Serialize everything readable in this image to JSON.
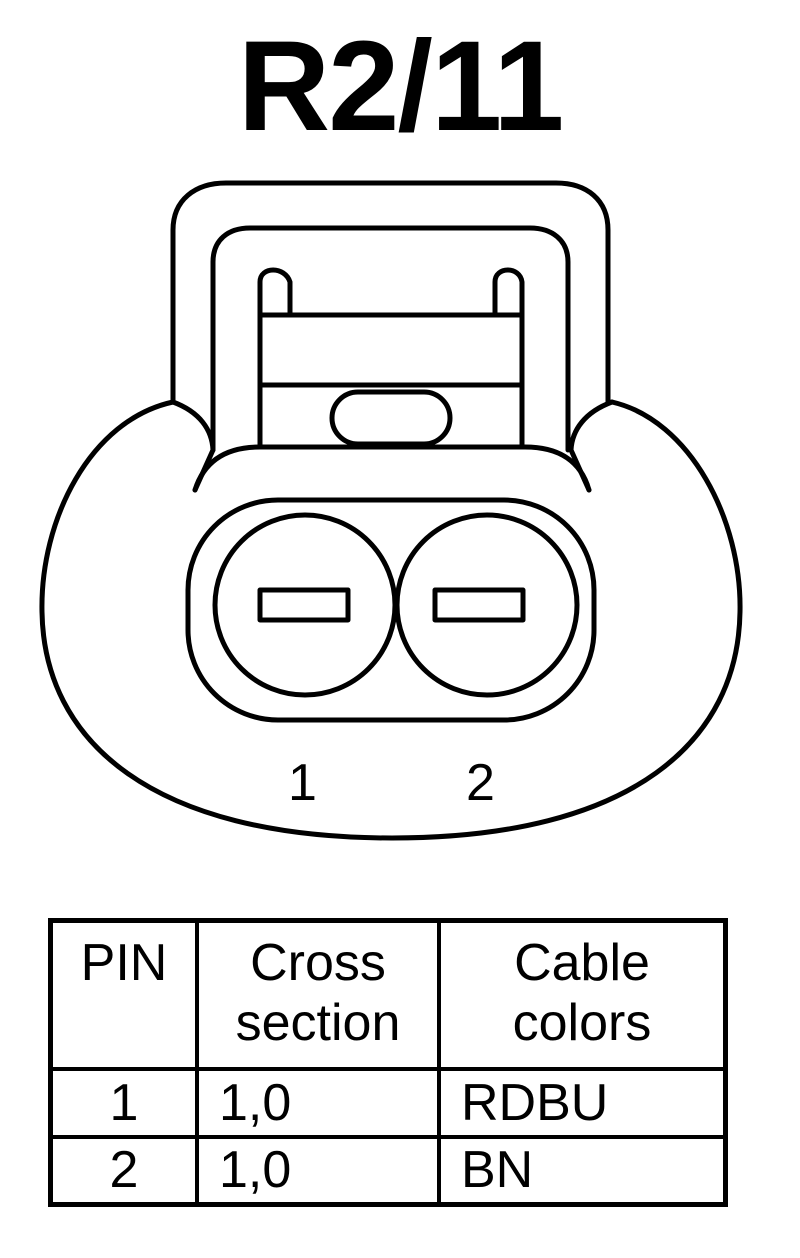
{
  "title": "R2/11",
  "pins": [
    {
      "label": "1"
    },
    {
      "label": "2"
    }
  ],
  "table": {
    "headers": {
      "pin": "PIN",
      "cross_line1": "Cross",
      "cross_line2": "section",
      "cable_line1": "Cable",
      "cable_line2": "colors"
    },
    "rows": [
      {
        "pin": "1",
        "cross_section": "1,0",
        "cable_color": "RDBU"
      },
      {
        "pin": "2",
        "cross_section": "1,0",
        "cable_color": "BN"
      }
    ]
  }
}
